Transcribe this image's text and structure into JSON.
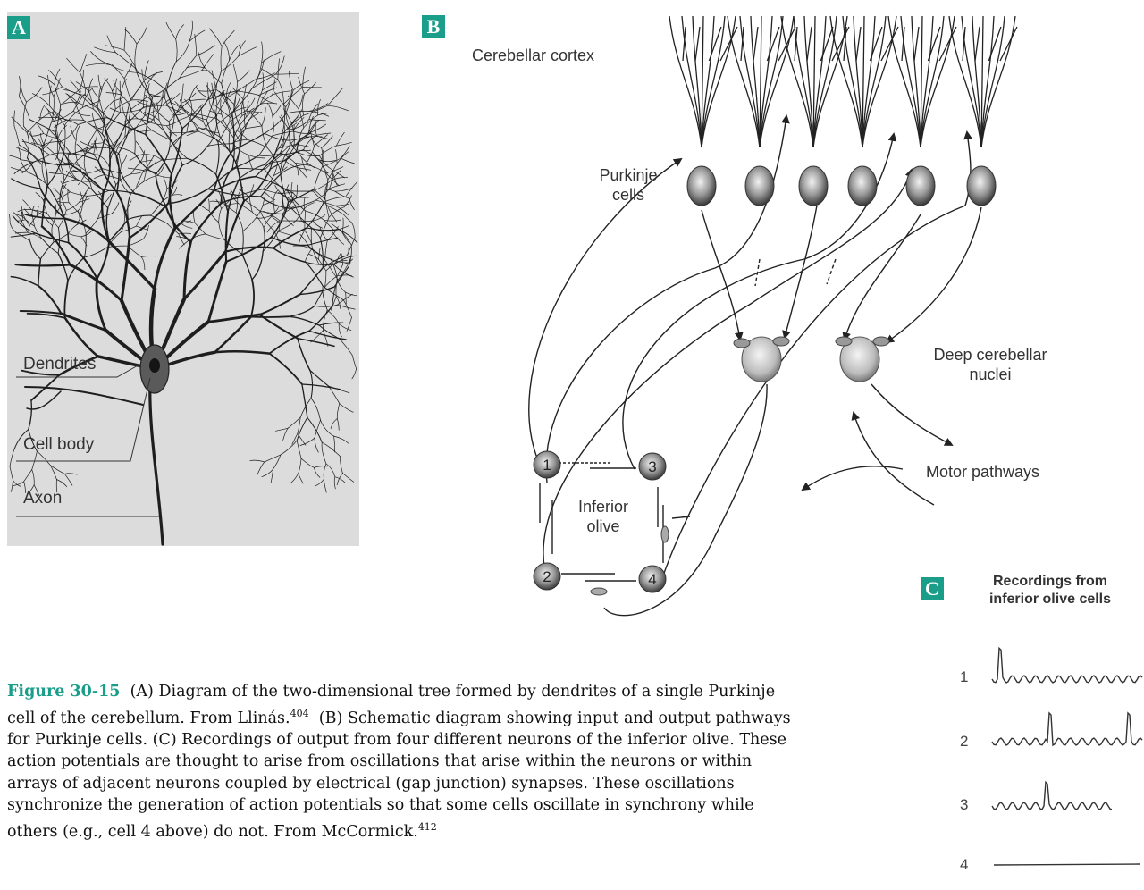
{
  "panels": {
    "a": {
      "badge": "A",
      "labels": {
        "dendrites": "Dendrites",
        "cell_body": "Cell body",
        "axon": "Axon"
      }
    },
    "b": {
      "badge": "B",
      "labels": {
        "cerebellar_cortex": "Cerebellar cortex",
        "purkinje_cells": [
          "Purkinje",
          "cells"
        ],
        "deep_nuclei": [
          "Deep cerebellar",
          "nuclei"
        ],
        "motor_pathways": "Motor pathways",
        "inferior_olive": [
          "Inferior",
          "olive"
        ],
        "olive_cells": [
          "1",
          "2",
          "3",
          "4"
        ]
      }
    },
    "c": {
      "badge": "C",
      "title": [
        "Recordings from",
        "inferior olive cells"
      ],
      "trace_numbers": [
        "1",
        "2",
        "3",
        "4"
      ]
    }
  },
  "caption": {
    "figure_label": "Figure 30-15",
    "part1": "(A) Diagram of the two-dimensional tree formed by dendrites of a single Purkinje cell of the cerebellum. From Llinás.",
    "ref1": "404",
    "part2": "(B) Schematic diagram showing input and output pathways for Purkinje cells. (C) Recordings of output from four different neurons of the inferior olive. These action potentials are thought to arise from oscillations that arise within the neurons or within arrays of adjacent neurons coupled by electrical (gap junction) synapses. These oscillations synchronize the generation of action potentials so that some cells oscillate in synchrony while others (e.g., cell 4 above) do not. From McCormick.",
    "ref2": "412"
  },
  "colors": {
    "badge": "#1a9e8a",
    "ink": "#222222",
    "panel_bg": "#dcdcdc"
  }
}
